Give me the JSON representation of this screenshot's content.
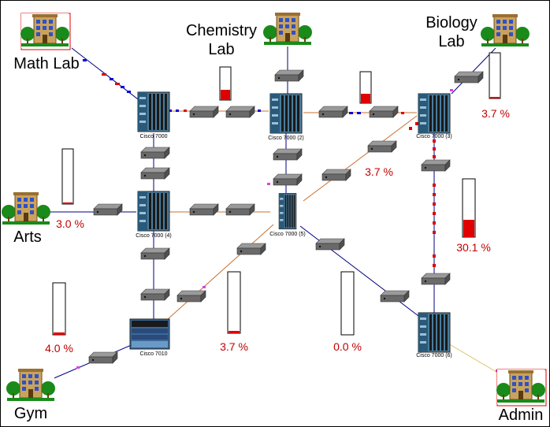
{
  "sites": {
    "math_lab": "Math Lab",
    "chemistry": "Chemistry",
    "chemistry_lab": "Lab",
    "biology": "Biology",
    "biology_lab": "Lab",
    "arts": "Arts",
    "gym": "Gym",
    "admin": "Admin"
  },
  "routers": {
    "r1": "Cisco 7000",
    "r2": "Cisco 7000 (2)",
    "r3": "Cisco 7000 (3)",
    "r4": "Cisco 7000 (4)",
    "r5": "Cisco 7000 (5)",
    "r6": "Cisco 7000 (6)",
    "r7": "Cisco 7010"
  },
  "utilization": {
    "chemistry_lab": {
      "value": 0.3,
      "label": ""
    },
    "chem_biology": {
      "value": 0.3,
      "label": ""
    },
    "biology": {
      "value": 0.037,
      "label": "3.7 %"
    },
    "r2_r5_link": {
      "value": 0.037,
      "label": "3.7 %"
    },
    "arts": {
      "value": 0.03,
      "label": "3.0 %"
    },
    "r3_r6": {
      "value": 0.301,
      "label": "30.1 %"
    },
    "gym": {
      "value": 0.04,
      "label": "4.0 %"
    },
    "r5_r7": {
      "value": 0.037,
      "label": "3.7 %"
    },
    "r5_r6": {
      "value": 0.0,
      "label": "0.0 %"
    }
  },
  "colors": {
    "link_blue": "#000080",
    "link_orange": "#c87030",
    "traffic_red": "#e00000",
    "traffic_blue": "#0000e0",
    "traffic_magenta": "#e040e0",
    "gauge_fill": "#e00000",
    "pct_text": "#c00000",
    "admin_link": "#e0c060"
  }
}
